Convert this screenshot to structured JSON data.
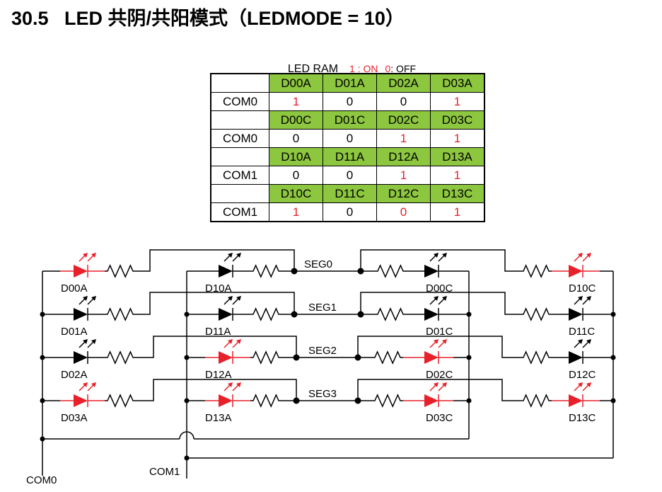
{
  "title": "30.5   LED 共阴/共阳模式（LEDMODE = 10）",
  "legend": {
    "label": "LED RAM",
    "on_text": "1 : ON",
    "off_num": "0",
    "off_text": ": OFF"
  },
  "colors": {
    "header_green": "#8dc63f",
    "on_red": "#e8202a",
    "wire_black": "#000000"
  },
  "ram_table": {
    "blocks": [
      {
        "com": "COM0",
        "headers": [
          "D00A",
          "D01A",
          "D02A",
          "D03A"
        ],
        "values": [
          "1",
          "0",
          "0",
          "1"
        ],
        "value_colors": [
          "red",
          "black",
          "black",
          "red"
        ]
      },
      {
        "com": "COM0",
        "headers": [
          "D00C",
          "D01C",
          "D02C",
          "D03C"
        ],
        "values": [
          "0",
          "0",
          "1",
          "1"
        ],
        "value_colors": [
          "black",
          "black",
          "red",
          "red"
        ]
      },
      {
        "com": "COM1",
        "headers": [
          "D10A",
          "D11A",
          "D12A",
          "D13A"
        ],
        "values": [
          "0",
          "0",
          "1",
          "1"
        ],
        "value_colors": [
          "black",
          "black",
          "red",
          "red"
        ]
      },
      {
        "com": "COM1",
        "headers": [
          "D10C",
          "D11C",
          "D12C",
          "D13C"
        ],
        "values": [
          "1",
          "0",
          "0",
          "1"
        ],
        "value_colors": [
          "red",
          "black",
          "red",
          "red"
        ]
      }
    ]
  },
  "circuit": {
    "segments": [
      "SEG0",
      "SEG1",
      "SEG2",
      "SEG3"
    ],
    "commons": [
      "COM0",
      "COM1"
    ],
    "columns": [
      {
        "name": "com0-anode",
        "leds": [
          {
            "label": "D00A",
            "on": true
          },
          {
            "label": "D01A",
            "on": false
          },
          {
            "label": "D02A",
            "on": false
          },
          {
            "label": "D03A",
            "on": true
          }
        ]
      },
      {
        "name": "com1-anode",
        "leds": [
          {
            "label": "D10A",
            "on": false
          },
          {
            "label": "D11A",
            "on": false
          },
          {
            "label": "D12A",
            "on": true
          },
          {
            "label": "D13A",
            "on": true
          }
        ]
      },
      {
        "name": "com0-cathode",
        "leds": [
          {
            "label": "D00C",
            "on": false
          },
          {
            "label": "D01C",
            "on": false
          },
          {
            "label": "D02C",
            "on": true
          },
          {
            "label": "D03C",
            "on": true
          }
        ]
      },
      {
        "name": "com1-cathode",
        "leds": [
          {
            "label": "D10C",
            "on": true
          },
          {
            "label": "D11C",
            "on": false
          },
          {
            "label": "D12C",
            "on": false
          },
          {
            "label": "D13C",
            "on": true
          }
        ]
      }
    ]
  }
}
